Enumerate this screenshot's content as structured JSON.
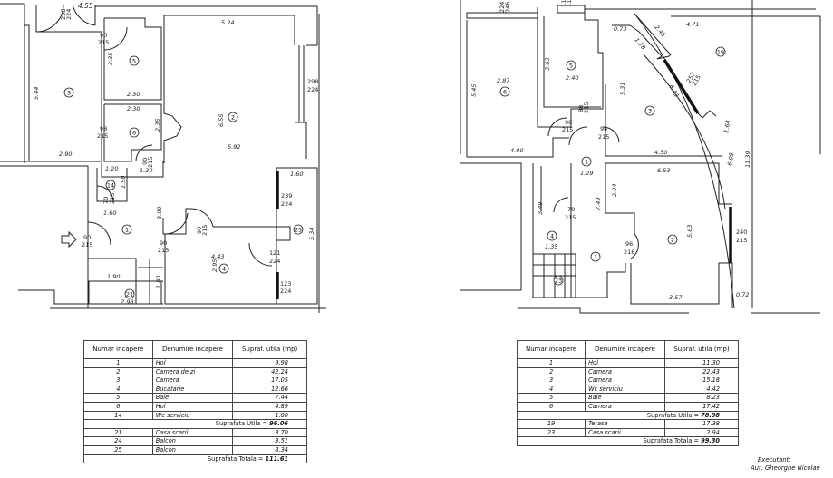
{
  "plan_left": {
    "dims": [
      "4.55",
      "5.24",
      "3.35",
      "2.30",
      "2.30",
      "5.44",
      "2.35",
      "2.90",
      "6.55",
      "5.92",
      "1.20",
      "1.30",
      "1.50",
      "1.60",
      "3.00",
      "1.60",
      "5.34",
      "4.43",
      "2.95",
      "1.90",
      "1.80",
      "2.98"
    ],
    "doors": [
      [
        "238",
        "224"
      ],
      [
        "90",
        "215"
      ],
      [
        "298",
        "224"
      ],
      [
        "98",
        "215"
      ],
      [
        "90",
        "215"
      ],
      [
        "70",
        "215"
      ],
      [
        "90",
        "215"
      ],
      [
        "90",
        "215"
      ],
      [
        "90",
        "215"
      ],
      [
        "239",
        "224"
      ],
      [
        "121",
        "224"
      ],
      [
        "123",
        "224"
      ]
    ],
    "rooms": [
      "3",
      "5",
      "6",
      "2",
      "14",
      "1",
      "4",
      "25",
      "21"
    ]
  },
  "plan_right": {
    "dims": [
      "0.73",
      "1.78",
      "2.46",
      "4.71",
      "3.63",
      "2.40",
      "2.87",
      "5.45",
      "5.31",
      "6.43",
      "4.00",
      "4.50",
      "1.29",
      "6.53",
      "2.04",
      "7.49",
      "3.49",
      "1.35",
      "5.63",
      "3.57",
      "0.72",
      "11.39",
      "1.64",
      "6.09"
    ],
    "doors": [
      [
        "257",
        "215"
      ],
      [
        "88",
        "215"
      ],
      [
        "98",
        "215"
      ],
      [
        "94",
        "215"
      ],
      [
        "70",
        "215"
      ],
      [
        "96",
        "216"
      ],
      [
        "240",
        "215"
      ],
      [
        "224",
        "246"
      ],
      [
        "110",
        "110"
      ]
    ],
    "rooms": [
      "6",
      "5",
      "3",
      "19",
      "1",
      "1",
      "4",
      "2",
      "23"
    ]
  },
  "table_left": {
    "headers": [
      "Numar incapere",
      "Denumire incapere",
      "Supraf. utila (mp)"
    ],
    "rows": [
      [
        "1",
        "Hol",
        "9.98"
      ],
      [
        "2",
        "Camera de zi",
        "42.24"
      ],
      [
        "3",
        "Camera",
        "17.05"
      ],
      [
        "4",
        "Bucatarie",
        "12.66"
      ],
      [
        "5",
        "Baie",
        "7.44"
      ],
      [
        "6",
        "Hol",
        "4.89"
      ],
      [
        "14",
        "Wc serviciu",
        "1.80"
      ]
    ],
    "subtotal_label": "Suprafata Utila = ",
    "subtotal_value": "96.06",
    "extra_rows": [
      [
        "21",
        "Casa scarii",
        "3.70"
      ],
      [
        "24",
        "Balcon",
        "3.51"
      ],
      [
        "25",
        "Balcon",
        "8.34"
      ]
    ],
    "total_label": "Suprafata Totala = ",
    "total_value": "111.61"
  },
  "table_right": {
    "headers": [
      "Numar incapere",
      "Denumire incapere",
      "Supraf. utila (mp)"
    ],
    "rows": [
      [
        "1",
        "Hol",
        "11.30"
      ],
      [
        "2",
        "Camera",
        "22.43"
      ],
      [
        "3",
        "Camera",
        "15.18"
      ],
      [
        "4",
        "Wc serviciu",
        "4.42"
      ],
      [
        "5",
        "Baie",
        "8.23"
      ],
      [
        "6",
        "Camera",
        "17.42"
      ]
    ],
    "subtotal_label": "Suprafata Utila = ",
    "subtotal_value": "78.98",
    "extra_rows": [
      [
        "19",
        "Terasa",
        "17.38"
      ],
      [
        "23",
        "Casa scarii",
        "2.94"
      ]
    ],
    "total_label": "Suprafata Totala = ",
    "total_value": "99.30"
  },
  "executant": {
    "label": "Executant:",
    "name": "Aut. Gheorghe Nicolae"
  }
}
